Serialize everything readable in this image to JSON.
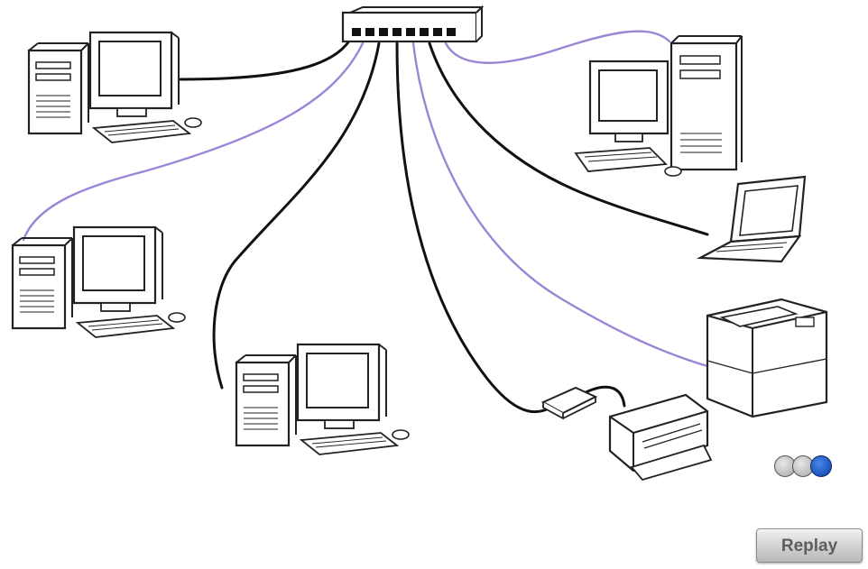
{
  "diagram": {
    "devices": [
      {
        "id": "switch",
        "icon": "network-switch-icon",
        "port_count": 8
      },
      {
        "id": "pc-top-left",
        "icon": "desktop-computer-icon"
      },
      {
        "id": "pc-mid-left",
        "icon": "desktop-computer-icon"
      },
      {
        "id": "pc-bottom-center",
        "icon": "desktop-computer-icon"
      },
      {
        "id": "pc-top-right",
        "icon": "desktop-computer-icon"
      },
      {
        "id": "laptop",
        "icon": "laptop-icon"
      },
      {
        "id": "laser-printer",
        "icon": "laser-printer-icon"
      },
      {
        "id": "print-server",
        "icon": "print-server-icon"
      },
      {
        "id": "inkjet-printer",
        "icon": "inkjet-printer-icon"
      }
    ],
    "connections": [
      {
        "from": "switch",
        "to": "pc-top-left",
        "cable": "black"
      },
      {
        "from": "switch",
        "to": "pc-mid-left",
        "cable": "purple"
      },
      {
        "from": "switch",
        "to": "pc-bottom-center",
        "cable": "black"
      },
      {
        "from": "switch",
        "to": "print-server",
        "cable": "black"
      },
      {
        "from": "print-server",
        "to": "inkjet-printer",
        "cable": "black"
      },
      {
        "from": "switch",
        "to": "laser-printer",
        "cable": "purple"
      },
      {
        "from": "switch",
        "to": "laptop",
        "cable": "black"
      },
      {
        "from": "switch",
        "to": "pc-top-right",
        "cable": "purple"
      }
    ],
    "colors": {
      "cable_black": "#111111",
      "cable_purple": "#9b86d6",
      "outline": "#222222",
      "accent_purple": "#5a3fa8"
    }
  },
  "pager": {
    "total": 3,
    "active": 3,
    "active_color": "#1652c4",
    "inactive_color": "#c3c3c3"
  },
  "controls": {
    "replay_label": "Replay"
  }
}
